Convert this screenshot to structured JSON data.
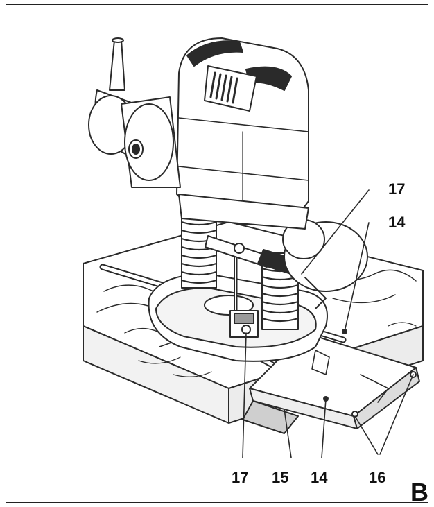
{
  "figure": {
    "panel_letter": "B",
    "callouts": {
      "top_17": "17",
      "top_14": "14",
      "bottom_17": "17",
      "bottom_15": "15",
      "bottom_14": "14",
      "bottom_16": "16"
    }
  },
  "colors": {
    "ink": "#111111",
    "line": "#2a2a2a",
    "shade": "#9a9a9a",
    "light": "#d8d8d8",
    "paper": "#ffffff"
  }
}
